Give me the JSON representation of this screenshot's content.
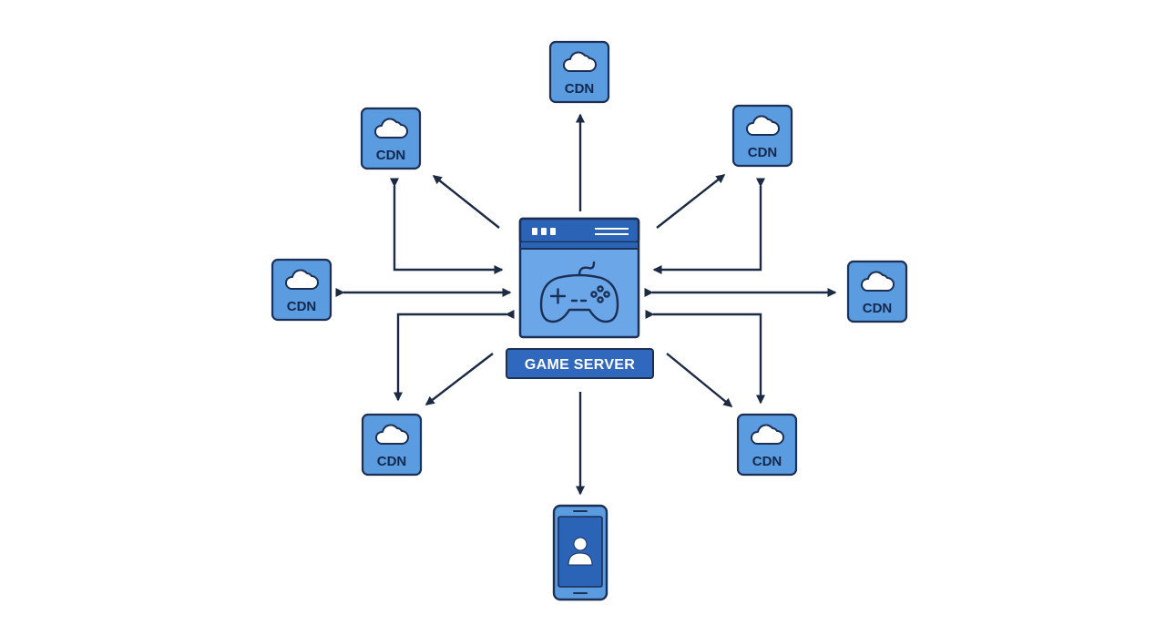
{
  "colors": {
    "box_fill": "#5b9be0",
    "box_stroke": "#1c2f55",
    "arrow": "#1c2a44",
    "server_header": "#2b63b6",
    "server_body": "#6aa6e8",
    "label_fill": "#2f68bd",
    "background": "#ffffff"
  },
  "server": {
    "label": "GAME SERVER",
    "icon": "gamepad-icon"
  },
  "cdn_nodes": [
    {
      "id": "top",
      "label": "CDN",
      "icon": "cloud-icon"
    },
    {
      "id": "upper-left",
      "label": "CDN",
      "icon": "cloud-icon"
    },
    {
      "id": "upper-right",
      "label": "CDN",
      "icon": "cloud-icon"
    },
    {
      "id": "left",
      "label": "CDN",
      "icon": "cloud-icon"
    },
    {
      "id": "right",
      "label": "CDN",
      "icon": "cloud-icon"
    },
    {
      "id": "lower-left",
      "label": "CDN",
      "icon": "cloud-icon"
    },
    {
      "id": "lower-right",
      "label": "CDN",
      "icon": "cloud-icon"
    }
  ],
  "client": {
    "icon": "smartphone-user-icon"
  }
}
